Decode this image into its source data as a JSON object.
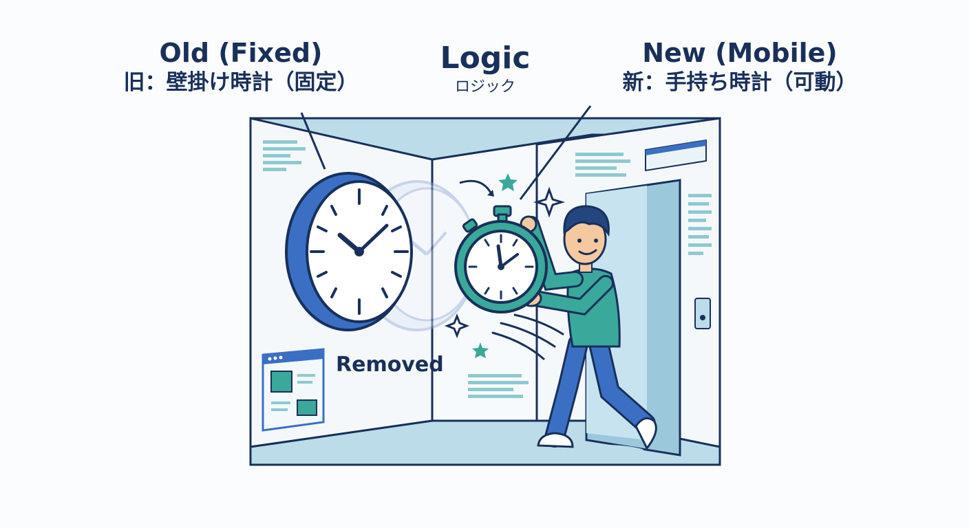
{
  "labels": {
    "old_en": "Old (Fixed)",
    "old_ja": "旧：壁掛け時計（固定）",
    "logic_en": "Logic",
    "logic_ja": "ロジック",
    "new_en": "New (Mobile)",
    "new_ja": "新：手持ち時計（可動）",
    "removed": "Removed"
  },
  "colors": {
    "navy": "#18305a",
    "blue": "#3a6fc4",
    "teal": "#3aa89a",
    "light_blue": "#bcdcea",
    "wall": "#eef4f8"
  },
  "icons": {
    "wall_clock": "wall-clock-icon",
    "stopwatch": "stopwatch-icon",
    "person": "person-icon",
    "sparkle": "sparkle-icon",
    "star": "star-icon",
    "browser": "browser-window-icon"
  }
}
